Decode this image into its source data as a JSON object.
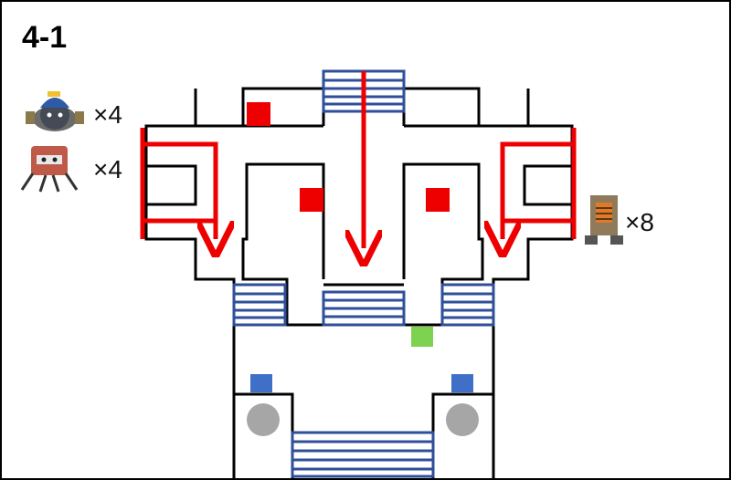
{
  "stage": {
    "label": "4-1"
  },
  "enemies": [
    {
      "icon": "helmet-bomb-robot-icon",
      "count_label": "×4"
    },
    {
      "icon": "box-spider-robot-icon",
      "count_label": "×4"
    },
    {
      "icon": "cabinet-robot-icon",
      "count_label": "×8"
    }
  ],
  "legend_colors": {
    "wall": "#000000",
    "stairs": "#2f4f9a",
    "patrol_route": "#ee0000",
    "enemy_spawn": "#ee0000",
    "objective": "#7dd34f",
    "switch": "#3f6fc7",
    "pillar": "#a6a6a6"
  }
}
